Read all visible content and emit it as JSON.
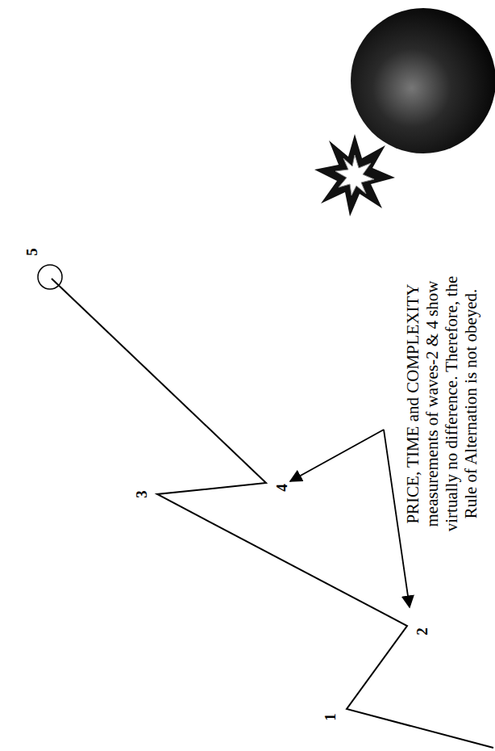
{
  "diagram": {
    "labels": [
      "1",
      "2",
      "3",
      "4",
      "5",
      "PRICE, TIME and COMPLEXITY measurements of waves-2 & 4 show virtually no difference. Therefore, the Rule of Alternation is not obeyed."
    ]
  }
}
